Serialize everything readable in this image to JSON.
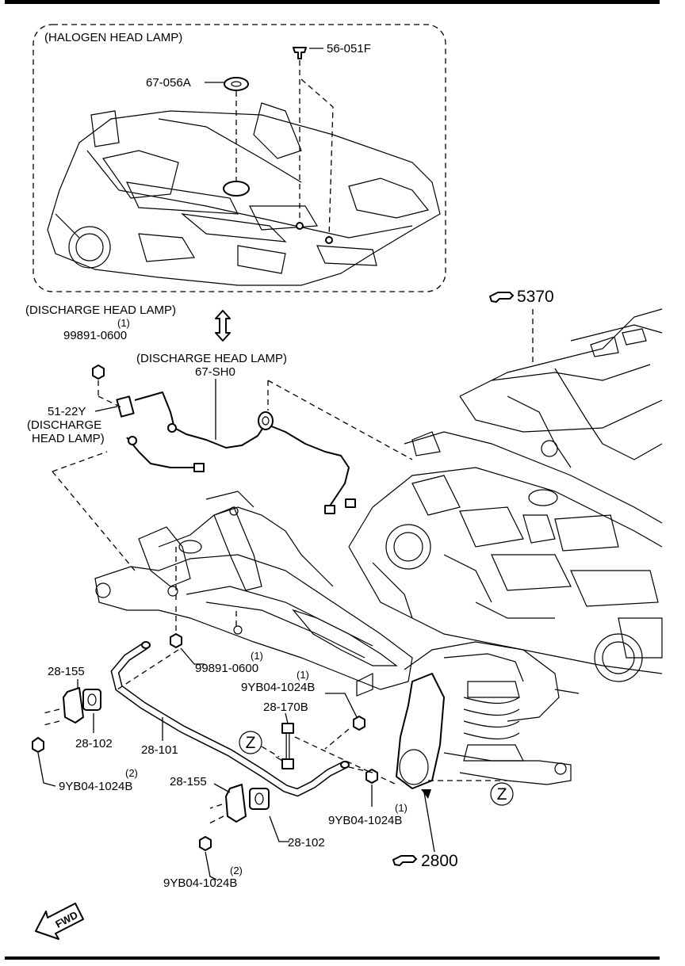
{
  "detail_box": {
    "title": "(HALOGEN HEAD LAMP)"
  },
  "labels": {
    "p56_051f": "56-051F",
    "p67_056a": "67-056A",
    "ref_5370": "5370",
    "discharge_head_lamp_1": "(DISCHARGE HEAD LAMP)",
    "qty_99891_top": "(1)",
    "p99891_top": "99891-0600",
    "discharge_head_lamp_2": "(DISCHARGE HEAD LAMP)",
    "p67_sh0": "67-SH0",
    "p51_22y": "51-22Y",
    "discharge_note_a": "(DISCHARGE",
    "discharge_note_b": "HEAD LAMP)",
    "p28_155_left": "28-155",
    "p28_102_left": "28-102",
    "p28_101": "28-101",
    "qty_99891_bottom": "(1)",
    "p99891_bottom": "99891-0600",
    "qty_9yb_mid": "(1)",
    "p9yb_mid": "9YB04-1024B",
    "p28_170b": "28-170B",
    "callout_z_left": "Z",
    "qty_9yb_left": "(2)",
    "p9yb_left": "9YB04-1024B",
    "p28_155_right": "28-155",
    "p28_102_right": "28-102",
    "qty_9yb_right": "(1)",
    "p9yb_right": "9YB04-1024B",
    "callout_z_right": "Z",
    "ref_2800": "2800",
    "qty_9yb_bottom": "(2)",
    "p9yb_bottom": "9YB04-1024B",
    "fwd": "FWD"
  },
  "icons": {
    "ref_pointer": "pointing-hand-icon",
    "fwd_arrow": "fwd-arrow-icon",
    "swap_arrow": "double-arrow-icon"
  }
}
